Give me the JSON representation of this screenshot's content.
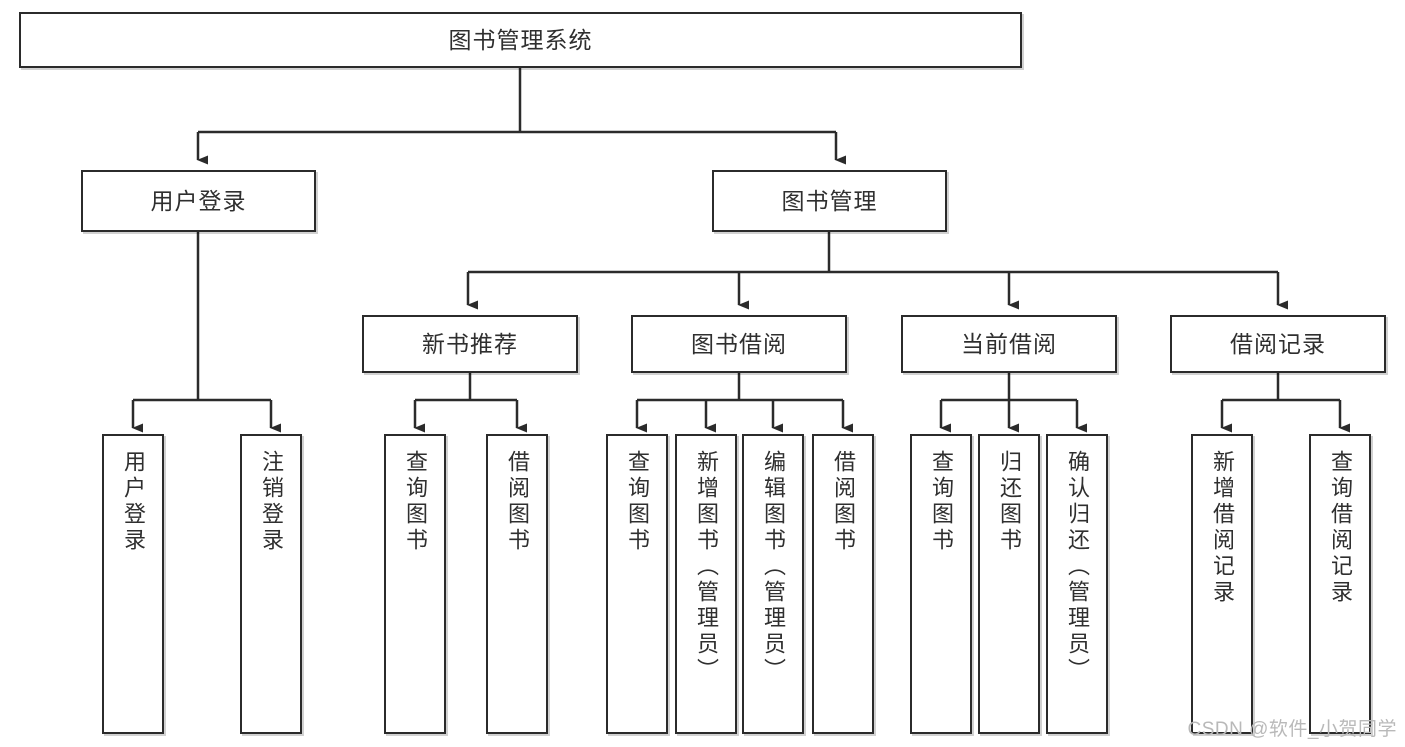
{
  "diagram": {
    "type": "tree-hierarchy-chart",
    "title_node": {
      "id": "root",
      "label": "图书管理系统"
    },
    "level2": [
      {
        "id": "user-login",
        "label": "用户登录"
      },
      {
        "id": "book-manage",
        "label": "图书管理"
      }
    ],
    "level3": [
      {
        "id": "new-book-rec",
        "label": "新书推荐"
      },
      {
        "id": "book-borrow",
        "label": "图书借阅"
      },
      {
        "id": "current-borrow",
        "label": "当前借阅"
      },
      {
        "id": "borrow-record",
        "label": "借阅记录"
      }
    ],
    "leaves": [
      {
        "id": "leaf-user-login",
        "label": "用户登录",
        "parent": "user-login"
      },
      {
        "id": "leaf-logout",
        "label": "注销登录",
        "parent": "user-login"
      },
      {
        "id": "leaf-query-book-1",
        "label": "查询图书",
        "parent": "new-book-rec"
      },
      {
        "id": "leaf-borrow-book-1",
        "label": "借阅图书",
        "parent": "new-book-rec"
      },
      {
        "id": "leaf-query-book-2",
        "label": "查询图书",
        "parent": "book-borrow"
      },
      {
        "id": "leaf-add-book",
        "label": "新增图书（管理员）",
        "parent": "book-borrow"
      },
      {
        "id": "leaf-edit-book",
        "label": "编辑图书（管理员）",
        "parent": "book-borrow"
      },
      {
        "id": "leaf-borrow-book-2",
        "label": "借阅图书",
        "parent": "book-borrow"
      },
      {
        "id": "leaf-query-book-3",
        "label": "查询图书",
        "parent": "current-borrow"
      },
      {
        "id": "leaf-return-book",
        "label": "归还图书",
        "parent": "current-borrow"
      },
      {
        "id": "leaf-confirm-ret",
        "label": "确认归还（管理员）",
        "parent": "current-borrow"
      },
      {
        "id": "leaf-add-record",
        "label": "新增借阅记录",
        "parent": "borrow-record"
      },
      {
        "id": "leaf-query-record",
        "label": "查询借阅记录",
        "parent": "borrow-record"
      }
    ],
    "colors": {
      "stroke": "#2b2b2b",
      "text": "#2f2f2f",
      "background": "#ffffff",
      "watermark": "#b9b9b9"
    }
  },
  "watermark": {
    "text": "CSDN @软件_小贺同学"
  }
}
